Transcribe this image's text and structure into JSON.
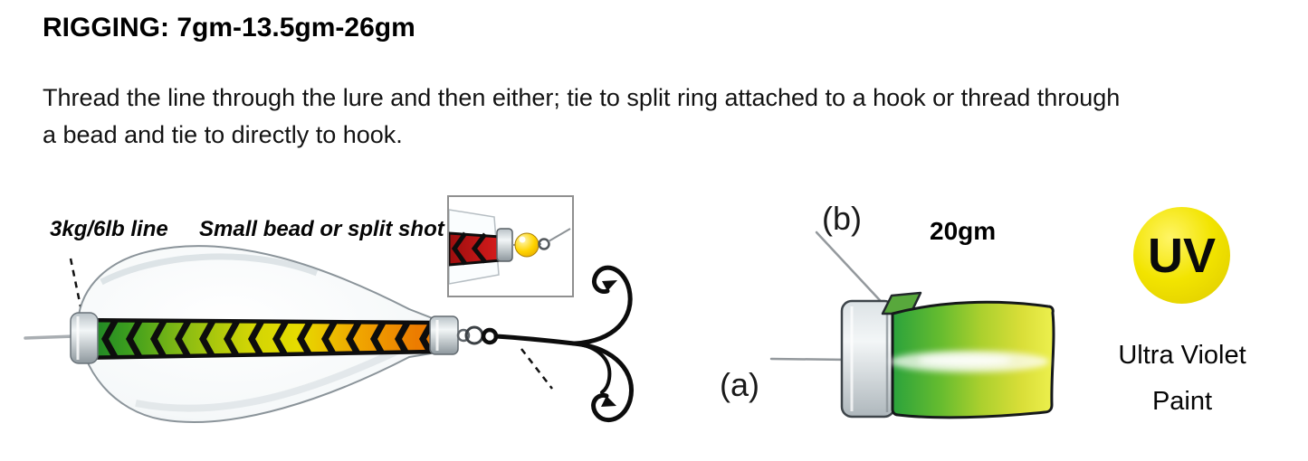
{
  "page": {
    "title": "RIGGING: 7gm-13.5gm-26gm",
    "instructions_line1": "Thread the line through the lure and then either; tie to split ring attached to a hook or thread through",
    "instructions_line2": "a bead and tie to directly to hook."
  },
  "spoon_diagram": {
    "line_label": "3kg/6lb line",
    "bead_label": "Small bead or split shot"
  },
  "tube_diagram": {
    "point_b_label": "(b)",
    "weight_label": "20gm",
    "point_a_label": "(a)"
  },
  "uv": {
    "badge_text": "UV",
    "caption_line1": "Ultra Violet",
    "caption_line2": "Paint"
  },
  "colors": {
    "uv_badge_yellow": "#f2e400",
    "stripe_green": "#1f8c2a",
    "stripe_yellow": "#e6dc00",
    "stripe_orange": "#ee8200",
    "inset_stripe_red": "#c41414",
    "bead_yellow": "#ffd400",
    "tube_green": "#2aa23c",
    "tube_yellow": "#ecef4e"
  }
}
